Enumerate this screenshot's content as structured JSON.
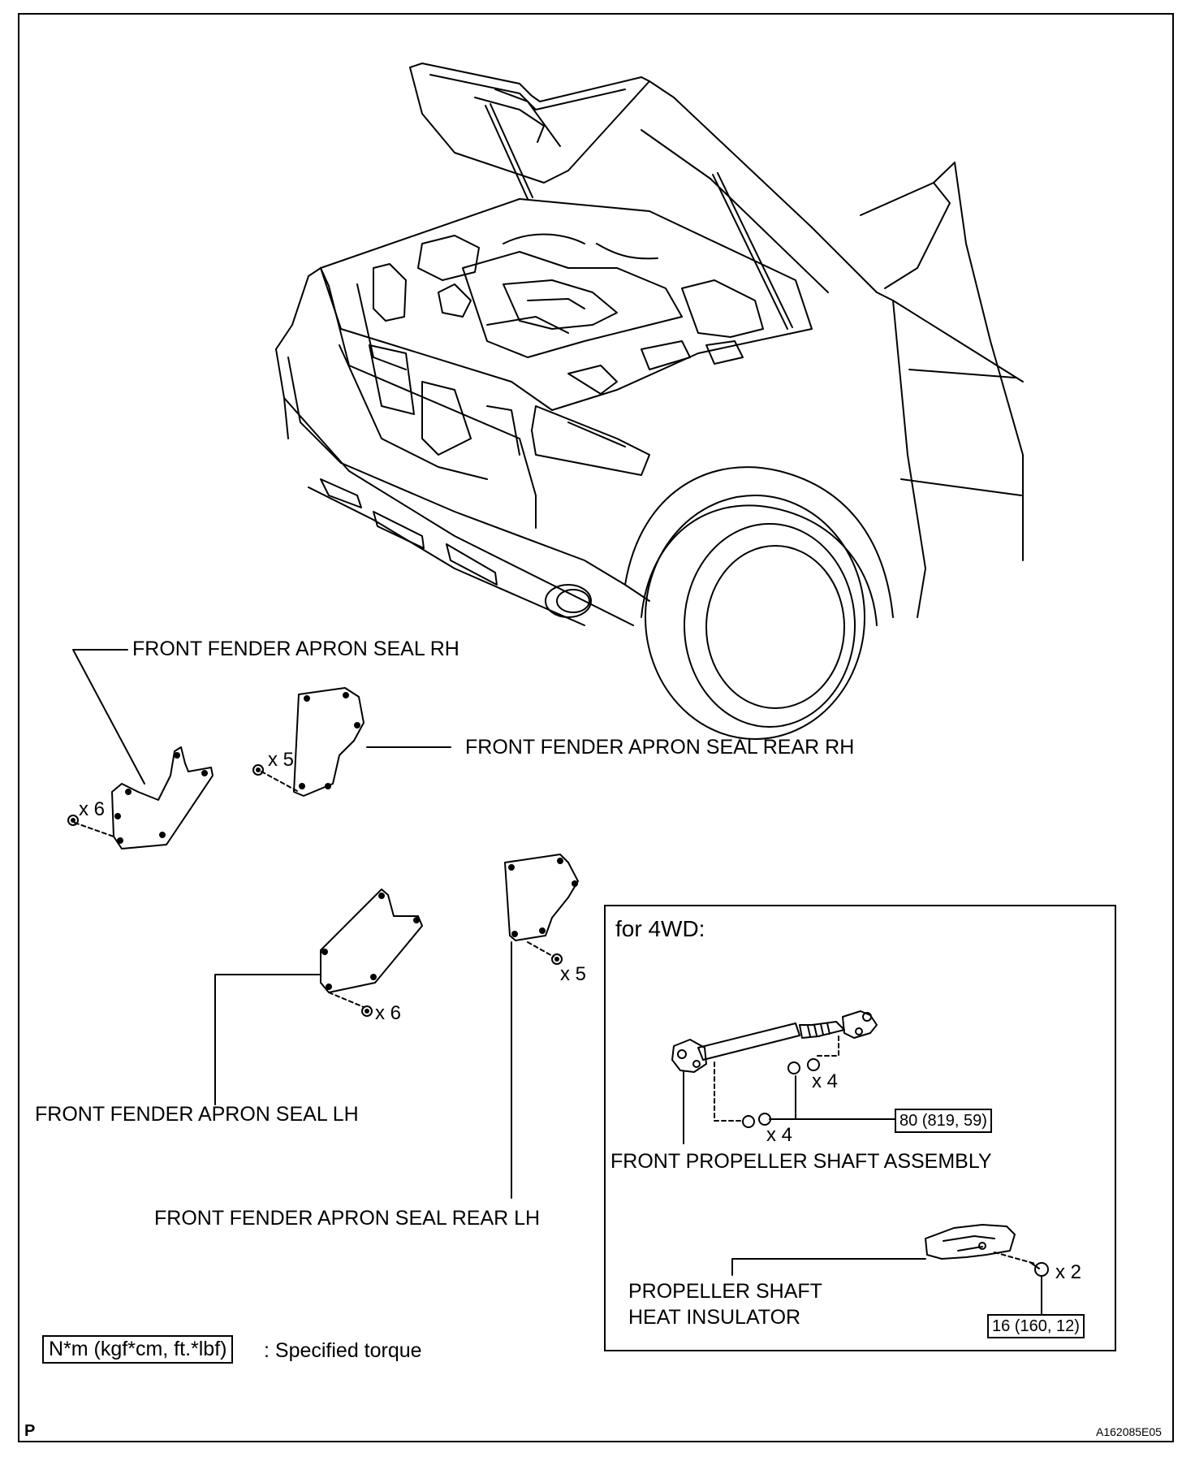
{
  "labels": {
    "front_rh": "FRONT FENDER APRON SEAL RH",
    "rear_rh": "FRONT FENDER APRON SEAL REAR RH",
    "front_lh": "FRONT FENDER APRON SEAL LH",
    "rear_lh": "FRONT FENDER APRON SEAL REAR LH",
    "shaft": "FRONT PROPELLER SHAFT ASSEMBLY",
    "insulator_line1": "PROPELLER SHAFT",
    "insulator_line2": "HEAT INSULATOR"
  },
  "quantities": {
    "rh_clips": "x 6",
    "rear_rh_clips": "x 5",
    "lh_clips": "x 6",
    "rear_lh_clips": "x 5",
    "shaft_nuts_upper": "x 4",
    "shaft_nuts_lower": "x 4",
    "insulator_bolts": "x 2"
  },
  "inset": {
    "title": "for 4WD:"
  },
  "torques": {
    "shaft": "80 (819, 59)",
    "insulator": "16 (160, 12)"
  },
  "legend": {
    "unit": "N*m (kgf*cm, ft.*lbf)",
    "text": ": Specified torque"
  },
  "corner_marks": {
    "page_letter": "P",
    "figure_id": "A162085E05"
  }
}
